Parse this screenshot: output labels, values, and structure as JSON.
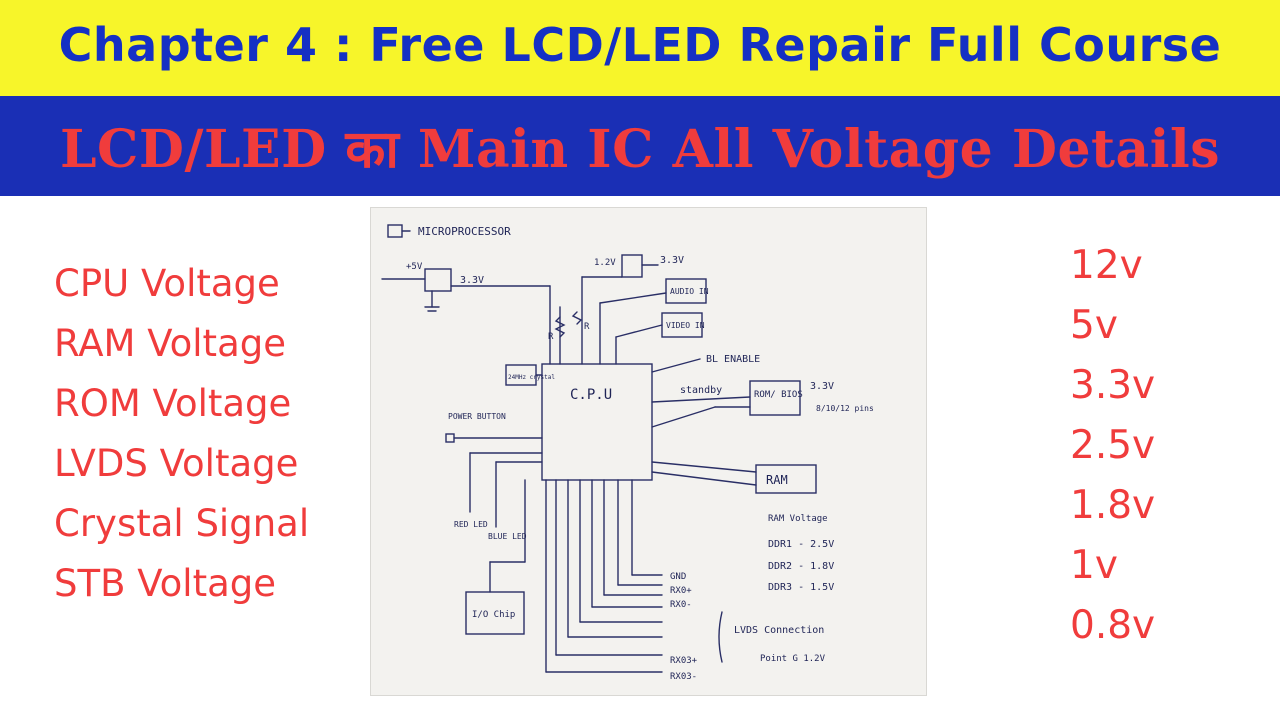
{
  "header": {
    "chapter_title": "Chapter 4  : Free LCD/LED Repair Full Course",
    "subtitle": "LCD/LED का Main IC All Voltage  Details"
  },
  "voltage_topics": [
    "CPU Voltage",
    "RAM Voltage",
    "ROM Voltage",
    "LVDS Voltage",
    "Crystal Signal",
    "STB Voltage"
  ],
  "voltage_values": [
    "12v",
    "5v",
    "3.3v",
    "2.5v",
    "1.8v",
    "1v",
    "0.8v"
  ],
  "diagram": {
    "heading": "MICROPROCESSOR",
    "cpu": "C.P.U",
    "plus5v": "+5V",
    "v33_left": "3.3V",
    "v12": "1.2V",
    "v33_top": "3.3V",
    "audio": "AUDIO IN",
    "video": "VIDEO IN",
    "resistor_a": "R",
    "resistor_b": "R",
    "crystal": "24MHz crystal",
    "bl_enable": "BL ENABLE",
    "standby": "standby",
    "rom": "ROM/ BIOS",
    "rom_voltage": "3.3V",
    "rom_pins": "8/10/12 pins",
    "power_button": "POWER BUTTON",
    "ram": "RAM",
    "ram_voltage_title": "RAM Voltage",
    "ddr1": "DDR1 - 2.5V",
    "ddr2": "DDR2 - 1.8V",
    "ddr3": "DDR3 - 1.5V",
    "red_led": "RED LED",
    "blue_led": "BLUE LED",
    "io_chip": "I/O Chip",
    "gnd": "GND",
    "rx0p": "RX0+",
    "rx0m": "RX0-",
    "rx03p": "RX03+",
    "rx03m": "RX03-",
    "lvds_connection": "LVDS Connection",
    "lvds_point": "Point G 1.2V"
  },
  "colors": {
    "top_banner_bg": "#f7f52a",
    "top_banner_text": "#1530c4",
    "sub_banner_bg": "#1a2fb5",
    "sub_banner_text": "#f03c3c",
    "list_text": "#f03c3c"
  }
}
